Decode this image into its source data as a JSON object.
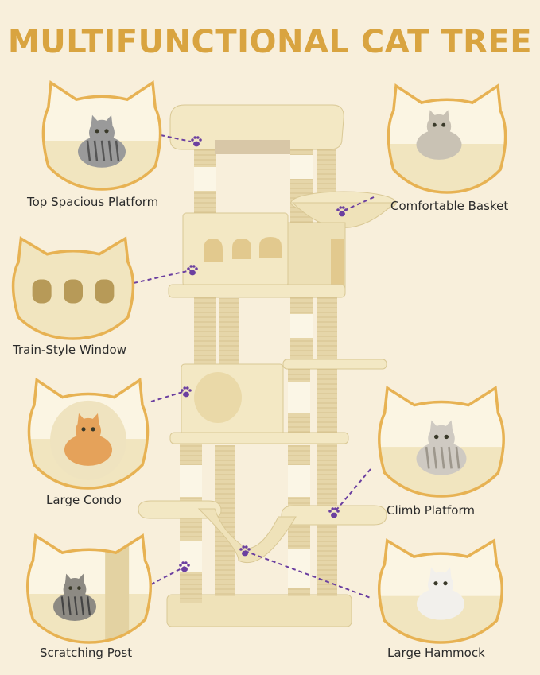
{
  "title": "MULTIFUNCTIONAL CAT TREE",
  "features": [
    {
      "label": "Top Spacious Platform",
      "icon": "cat-on-platform"
    },
    {
      "label": "Comfortable Basket",
      "icon": "cat-in-basket"
    },
    {
      "label": "Train-Style Window",
      "icon": "window-holes"
    },
    {
      "label": "Large Condo",
      "icon": "cat-in-condo"
    },
    {
      "label": "Climb Platform",
      "icon": "cat-on-platform"
    },
    {
      "label": "Scratching Post",
      "icon": "kitten-scratching"
    },
    {
      "label": "Large Hammock",
      "icon": "cat-in-hammock"
    }
  ],
  "colors": {
    "background": "#f8efdb",
    "title": "#d9a440",
    "frame": "#e7b253",
    "plush": "#f1e5bf",
    "sisal": "#e2d1a3",
    "connector": "#6b3fa0"
  }
}
